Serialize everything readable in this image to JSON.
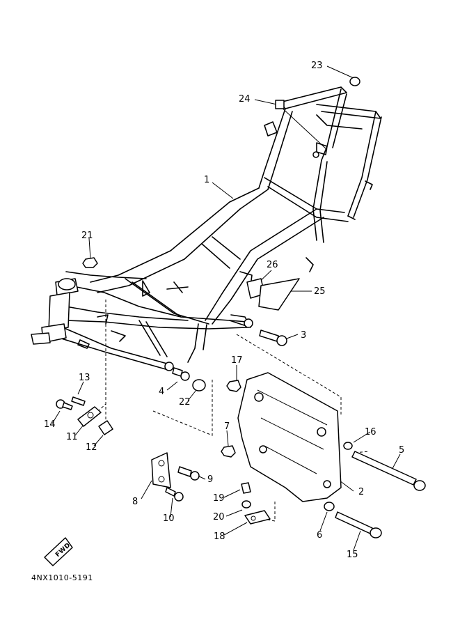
{
  "diagram": {
    "callouts": [
      {
        "id": "c1",
        "text": "1"
      },
      {
        "id": "c2",
        "text": "2"
      },
      {
        "id": "c3",
        "text": "3"
      },
      {
        "id": "c4",
        "text": "4"
      },
      {
        "id": "c5",
        "text": "5"
      },
      {
        "id": "c6",
        "text": "6"
      },
      {
        "id": "c7",
        "text": "7"
      },
      {
        "id": "c8",
        "text": "8"
      },
      {
        "id": "c9",
        "text": "9"
      },
      {
        "id": "c10",
        "text": "10"
      },
      {
        "id": "c11",
        "text": "11"
      },
      {
        "id": "c12",
        "text": "12"
      },
      {
        "id": "c13",
        "text": "13"
      },
      {
        "id": "c14",
        "text": "14"
      },
      {
        "id": "c15",
        "text": "15"
      },
      {
        "id": "c16",
        "text": "16"
      },
      {
        "id": "c17",
        "text": "17"
      },
      {
        "id": "c18",
        "text": "18"
      },
      {
        "id": "c19",
        "text": "19"
      },
      {
        "id": "c20",
        "text": "20"
      },
      {
        "id": "c21",
        "text": "21"
      },
      {
        "id": "c22",
        "text": "22"
      },
      {
        "id": "c23",
        "text": "23"
      },
      {
        "id": "c24",
        "text": "24"
      },
      {
        "id": "c25",
        "text": "25"
      },
      {
        "id": "c26",
        "text": "26"
      }
    ],
    "fwd_label": "FWD",
    "part_code": "4NX1010-5191"
  }
}
